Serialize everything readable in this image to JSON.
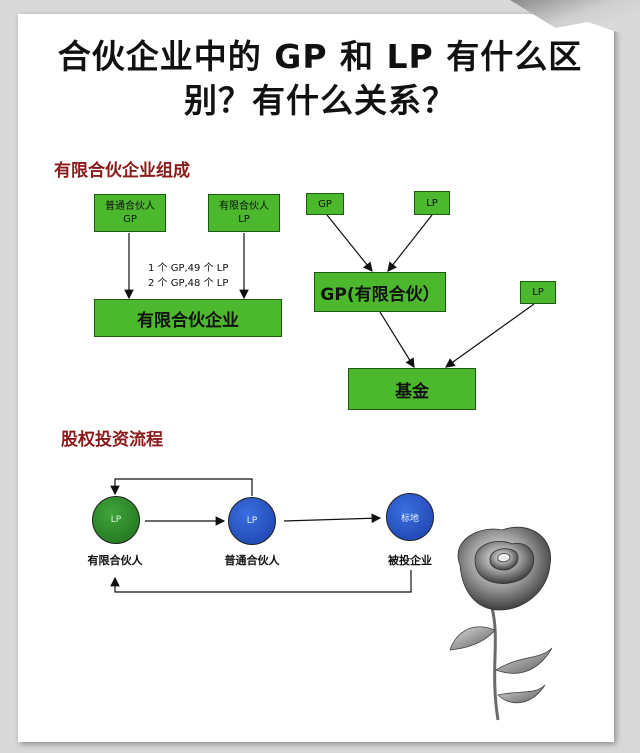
{
  "title": {
    "line1": "合伙企业中的 GP 和 LP 有什么区",
    "line2": "别？有什么关系？"
  },
  "composition": {
    "heading": "有限合伙企业组成",
    "general_partner_label": "普通合伙人",
    "general_partner_code": "GP",
    "limited_partner_label": "有限合伙人",
    "limited_partner_code": "LP",
    "note_1": "1 个 GP,49 个 LP",
    "note_2": "2 个 GP,48 个 LP",
    "result": "有限合伙企业"
  },
  "fund": {
    "gp": "GP",
    "lp_top": "LP",
    "gp_entity": "GP(有限合伙）",
    "lp_right": "LP",
    "fund": "基金"
  },
  "process": {
    "heading": "股权投资流程",
    "lp_circle": "LP",
    "lp_label": "有限合伙人",
    "gp_circle": "LP",
    "gp_label": "普通合伙人",
    "target_circle": "标地",
    "target_label": "被投企业"
  },
  "colors": {
    "box_green": "#4cb82d",
    "section_red": "#8b1a1a",
    "circle_green": "#1f6e1c",
    "circle_blue": "#1a3fa8"
  }
}
